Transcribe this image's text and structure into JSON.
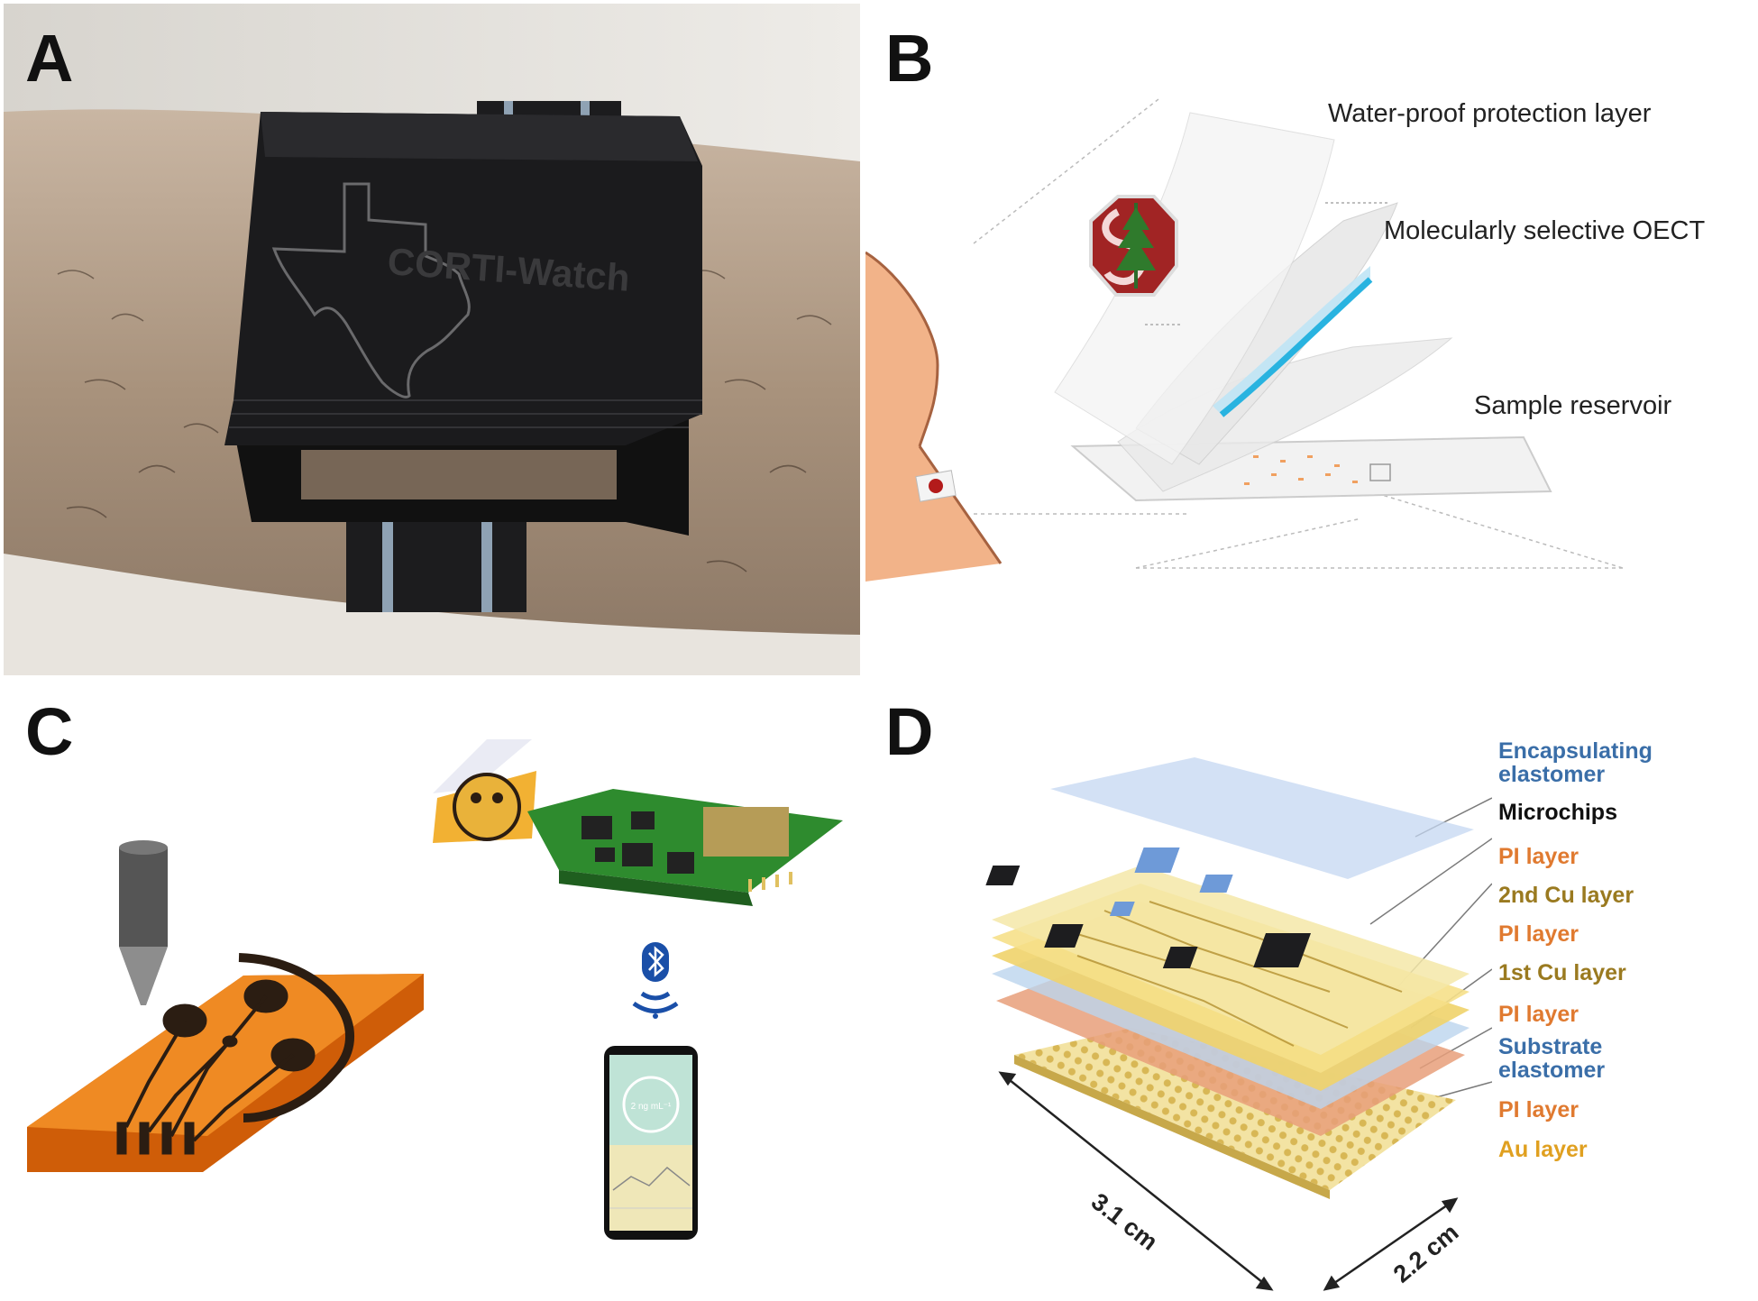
{
  "panels": {
    "a": {
      "letter": "A",
      "watch_text": "CORTI-Watch"
    },
    "b": {
      "letter": "B",
      "callouts": {
        "waterproof": "Water-proof protection layer",
        "oect": "Molecularly selective OECT",
        "reservoir": "Sample reservoir"
      }
    },
    "c": {
      "letter": "C",
      "phone_reading": "2 ng mL⁻¹"
    },
    "d": {
      "letter": "D",
      "layers": [
        {
          "text": "Encapsulating\nelastomer",
          "color": "#3a6ea8"
        },
        {
          "text": "Microchips",
          "color": "#111111"
        },
        {
          "text": "PI layer",
          "color": "#e07a30"
        },
        {
          "text": "2nd Cu layer",
          "color": "#9a7a20"
        },
        {
          "text": "PI layer",
          "color": "#e07a30"
        },
        {
          "text": "1st Cu layer",
          "color": "#9a7a20"
        },
        {
          "text": "PI layer",
          "color": "#e07a30"
        },
        {
          "text": "Substrate\nelastomer",
          "color": "#3a6ea8"
        },
        {
          "text": "PI layer",
          "color": "#e07a30"
        },
        {
          "text": "Au layer",
          "color": "#e0a020"
        }
      ],
      "dimensions": {
        "length": "3.1 cm",
        "width": "2.2 cm"
      }
    }
  }
}
